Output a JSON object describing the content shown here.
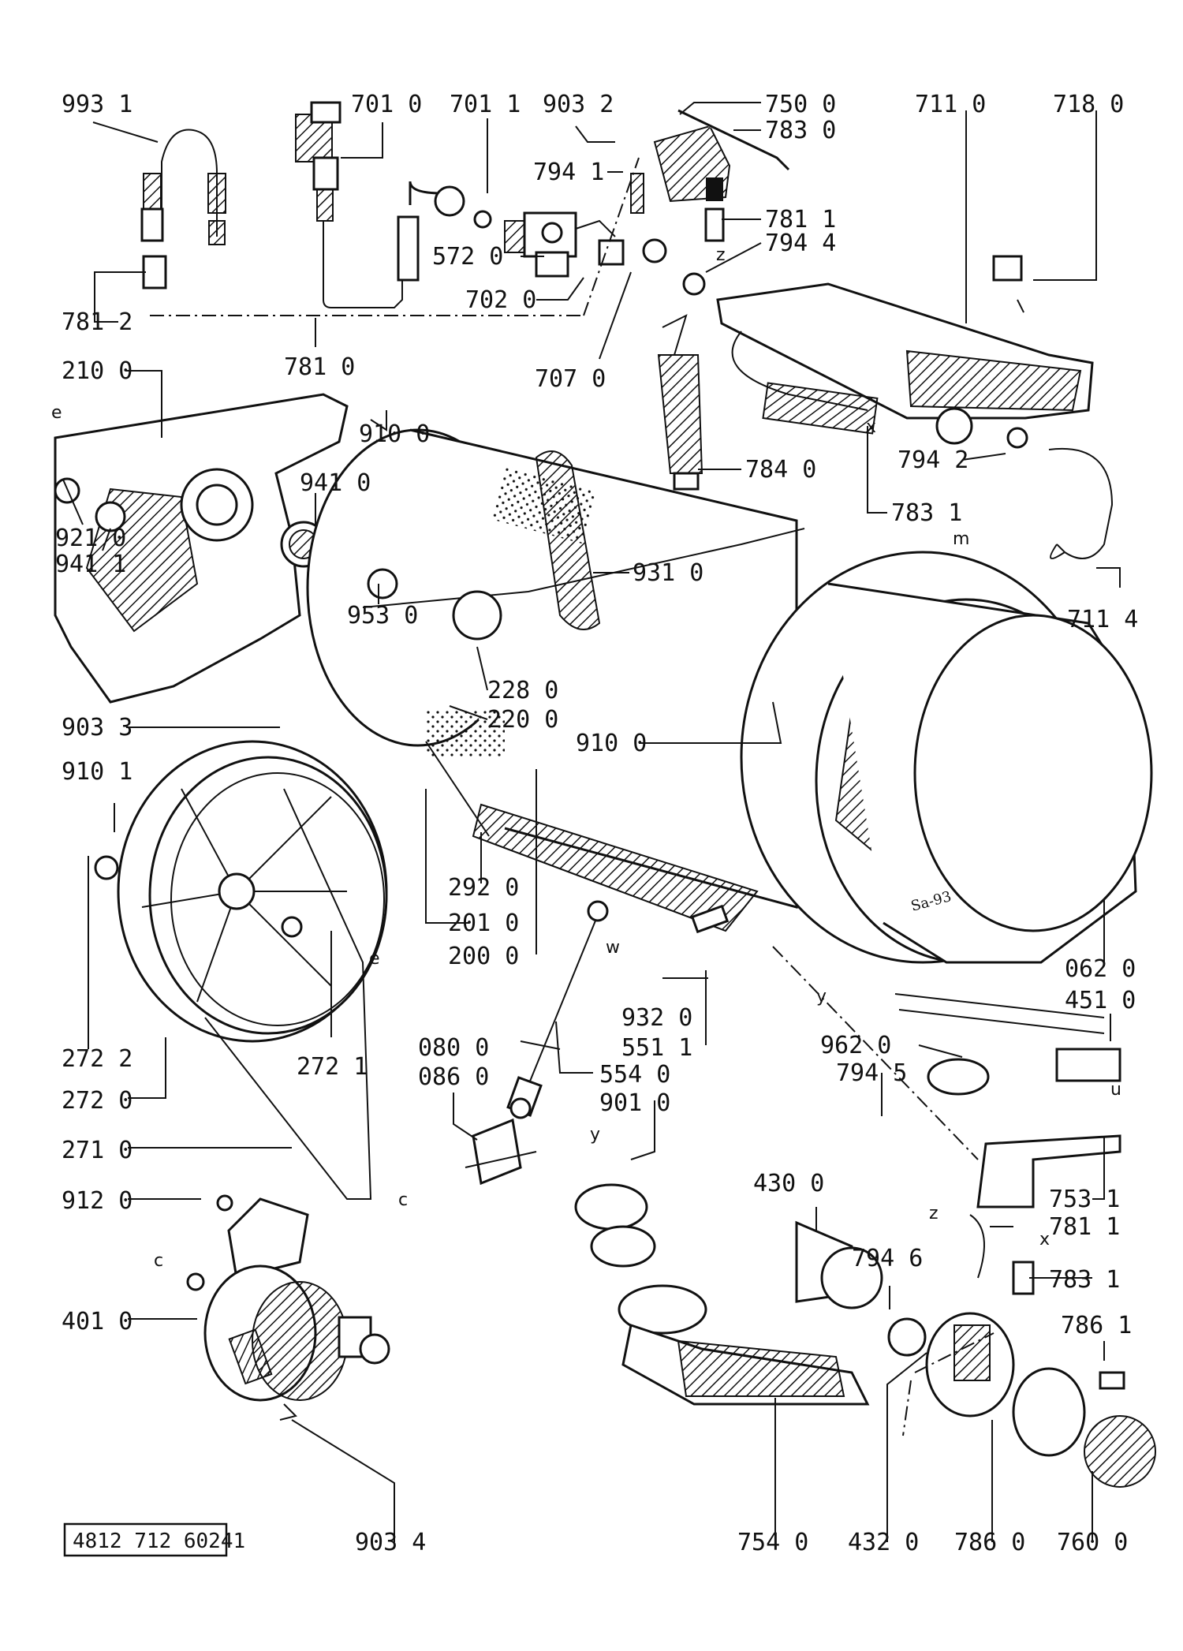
{
  "document_code": "4812 712 60241",
  "signature": "Sa-93",
  "callouts": [
    "993 1",
    "701 0",
    "701 1",
    "903 2",
    "750 0",
    "711 0",
    "718 0",
    "783 0",
    "794 1",
    "781 1",
    "794 4",
    "572 0",
    "702 0",
    "781 2",
    "781 0",
    "707 0",
    "210 0",
    "910 0",
    "794 2",
    "784 0",
    "783 1",
    "941 0",
    "921 0",
    "941 1",
    "931 0",
    "953 0",
    "711 4",
    "228 0",
    "220 0",
    "903 3",
    "910 0",
    "910 1",
    "292 0",
    "201 0",
    "200 0",
    "272 2",
    "272 1",
    "062 0",
    "451 0",
    "932 0",
    "962 0",
    "551 1",
    "794 5",
    "080 0",
    "554 0",
    "086 0",
    "272 0",
    "901 0",
    "271 0",
    "753 1",
    "430 0",
    "912 0",
    "781 1",
    "794 6",
    "783 1",
    "401 0",
    "786 1",
    "903 4",
    "754 0",
    "432 0",
    "786 0",
    "760 0"
  ],
  "connector_letters": [
    "e",
    "x",
    "z",
    "m",
    "y",
    "w",
    "e",
    "u",
    "c",
    "y",
    "c",
    "z",
    "x"
  ]
}
